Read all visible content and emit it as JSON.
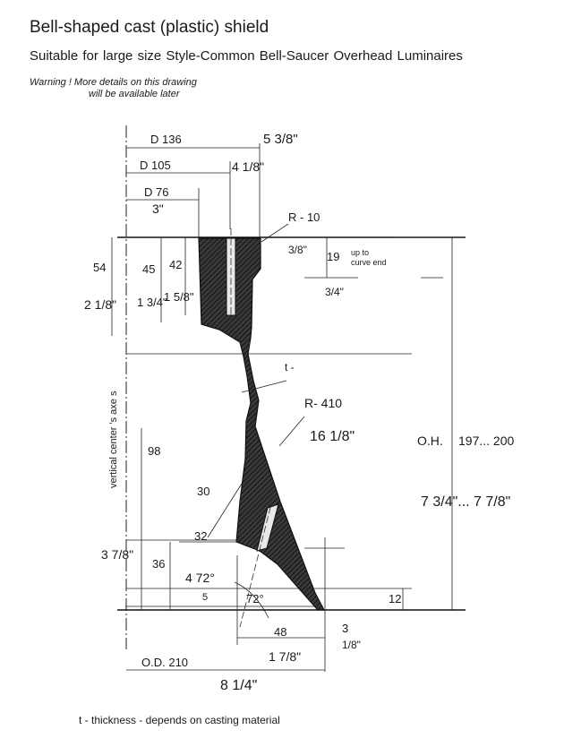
{
  "header": {
    "title": "Bell-shaped cast (plastic) shield",
    "subtitle": "Suitable for large size Style-Common Bell-Saucer Overhead Luminaires",
    "warning_line1": "Warning ! More details on this drawing",
    "warning_line2": "will be available later"
  },
  "drawing": {
    "d136": "D 136",
    "d136_in": "5 3/8\"",
    "d105": "D 105",
    "d105_in": "4 1/8\"",
    "d76": "D 76",
    "d76_in": "3\"",
    "r10": "R - 10",
    "r10_in": "3/8\"",
    "dim19": "19",
    "up_to_1": "up to",
    "up_to_2": "curve end",
    "dim19_in": "3/4\"",
    "dim54": "54",
    "dim54_in": "2 1/8\"",
    "dim45": "45",
    "dim45_in": "1 3/4\"",
    "dim42": "42",
    "dim42_in": "1 5/8\"",
    "t_label": "t -",
    "axis_label": "vertical center 's axe s",
    "r410": "R- 410",
    "r410_in": "16 1/8\"",
    "dim98": "98",
    "oh_label": "O.H.",
    "oh_mm": "197... 200",
    "oh_in": "7 3/4\"... 7 7/8\"",
    "dim30": "30",
    "dim32": "32",
    "dim36": "36",
    "dim36_in": "3 7/8\"",
    "angle72a": "4 72°",
    "dim5": "5",
    "angle72b": "72°",
    "dim12": "12",
    "dim3": "3",
    "dim3_in": "1/8\"",
    "dim48": "48",
    "dim48_in": "1 7/8\"",
    "od_label": "O.D. 210",
    "od_in": "8 1/4\""
  },
  "footer": {
    "note": "t - thickness - depends on casting material"
  }
}
